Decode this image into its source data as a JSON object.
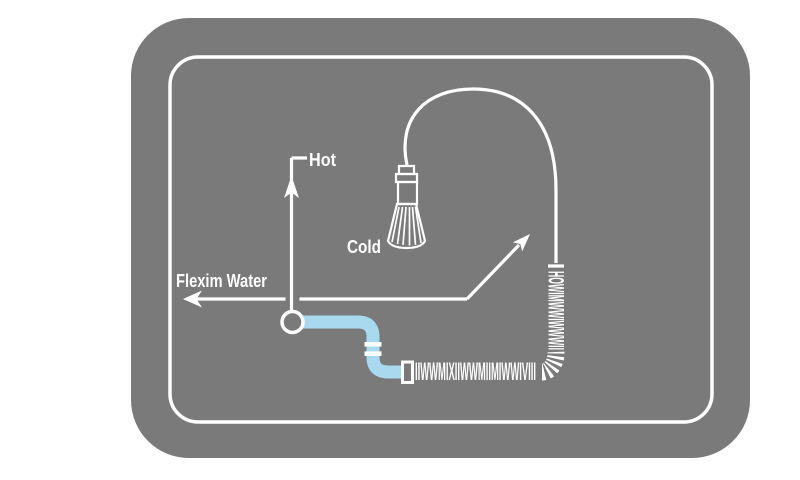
{
  "scene": {
    "background_color": "#ffffff",
    "panel_color": "#7a7a7a",
    "line_color": "#ffffff",
    "pipe_color": "#a8d9ef"
  },
  "labels": {
    "hot": "Hot",
    "cold": "Cold",
    "supply": "Flexim Water"
  },
  "coil": {
    "horizontal_pattern": "IIWWMIXIIWWMIIMIWWIVIII",
    "vertical_pattern": "HOWIMWWIWWWII"
  }
}
